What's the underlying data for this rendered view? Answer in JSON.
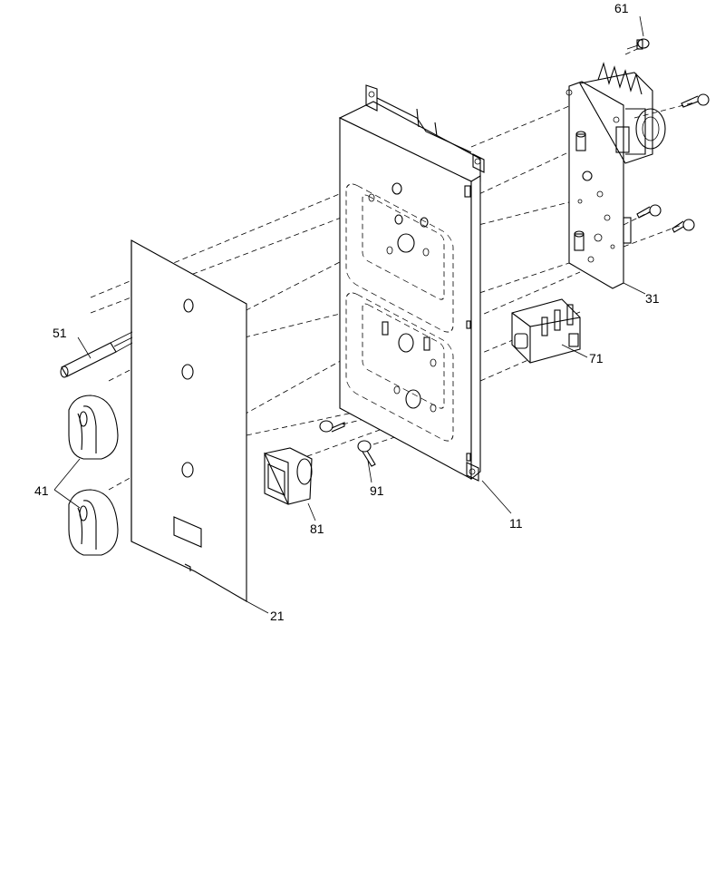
{
  "callouts": {
    "p11": "11",
    "p21": "21",
    "p31": "31",
    "p41": "41",
    "p51": "51",
    "p61": "61",
    "p71": "71",
    "p81": "81",
    "p91": "91"
  }
}
